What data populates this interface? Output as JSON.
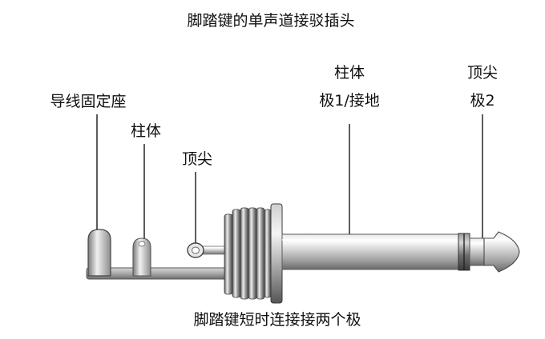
{
  "diagram": {
    "title": "脚踏键的单声道接驳插头",
    "caption": "脚踏键短时连接接两个极",
    "labels": {
      "cable_clamp": "导线固定座",
      "sleeve_post": "柱体",
      "tip_post": "顶尖",
      "sleeve_line1": "柱体",
      "sleeve_line2": "极1/接地",
      "tip_line1": "顶尖",
      "tip_line2": "极2"
    }
  },
  "colors": {
    "text": "#111111",
    "leader_line": "#333333",
    "metal_light": "#f2f2f2",
    "metal_mid": "#bdbdbd",
    "metal_dark": "#6f6f6f",
    "metal_deep": "#3e3e3e",
    "background": "#ffffff"
  }
}
